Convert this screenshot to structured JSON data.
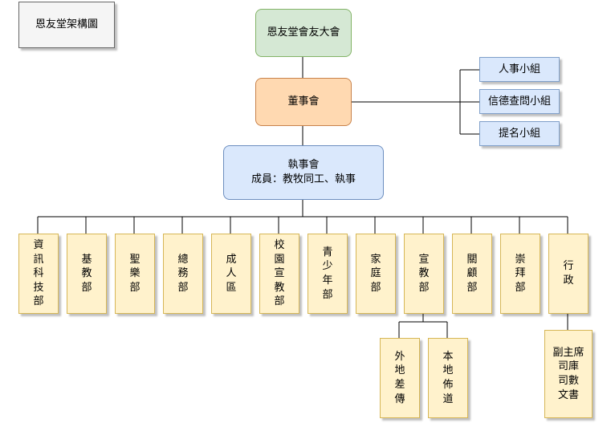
{
  "title": "恩友堂架構圖",
  "top": "恩友堂會友大會",
  "board": "董事會",
  "committees": [
    "人事小組",
    "信德查問小組",
    "提名小組"
  ],
  "executive": {
    "line1": "執事會",
    "line2": "成員：教牧同工、執事"
  },
  "departments": [
    "資訊科技部",
    "基教部",
    "聖樂部",
    "總務部",
    "成人區",
    "校園宣教部",
    "青少年部",
    "家庭部",
    "宣教部",
    "關顧部",
    "崇拜部",
    "行政"
  ],
  "missions_sub": [
    "外地差傳",
    "本地佈道"
  ],
  "admin_sub": [
    "副主席",
    "司庫",
    "司數",
    "文書"
  ]
}
